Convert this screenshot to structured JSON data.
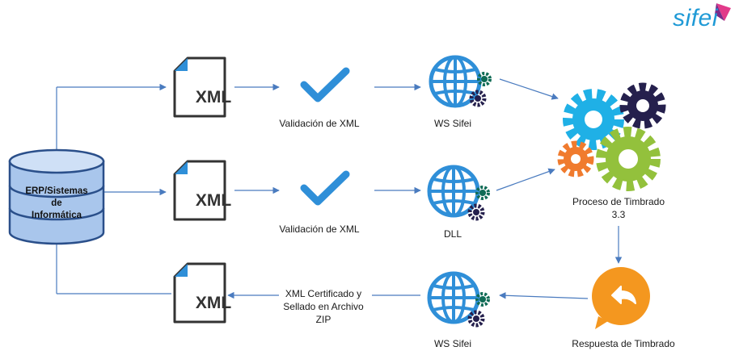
{
  "logo": {
    "text": "sifei"
  },
  "source": {
    "line1": "ERP/Sistemas",
    "line2": "de",
    "line3": "Informática"
  },
  "xml_label": "XML",
  "labels": {
    "validation_1": "Validación de XML",
    "validation_2": "Validación de XML",
    "ws_top": "WS Sifei",
    "dll": "DLL",
    "process_1": "Proceso de Timbrado",
    "process_2": "3.3",
    "response": "Respuesta de Timbrado",
    "ws_bottom": "WS Sifei",
    "certified_1": "XML Certificado y",
    "certified_2": "Sellado en Archivo",
    "certified_3": "ZIP"
  },
  "colors": {
    "arrow": "#4a7bbf",
    "check": "#2f8fd8",
    "globe": "#2f8fd8",
    "gear_small": "#0f6b55",
    "gear_cyan": "#1fb0e6",
    "gear_navy": "#25204d",
    "gear_orange": "#f07b2e",
    "gear_green": "#93c13c",
    "bubble": "#f4971f",
    "db_fill": "#a9c6ec",
    "db_stroke": "#2a4f8a",
    "logo": "#1f9ad6"
  }
}
